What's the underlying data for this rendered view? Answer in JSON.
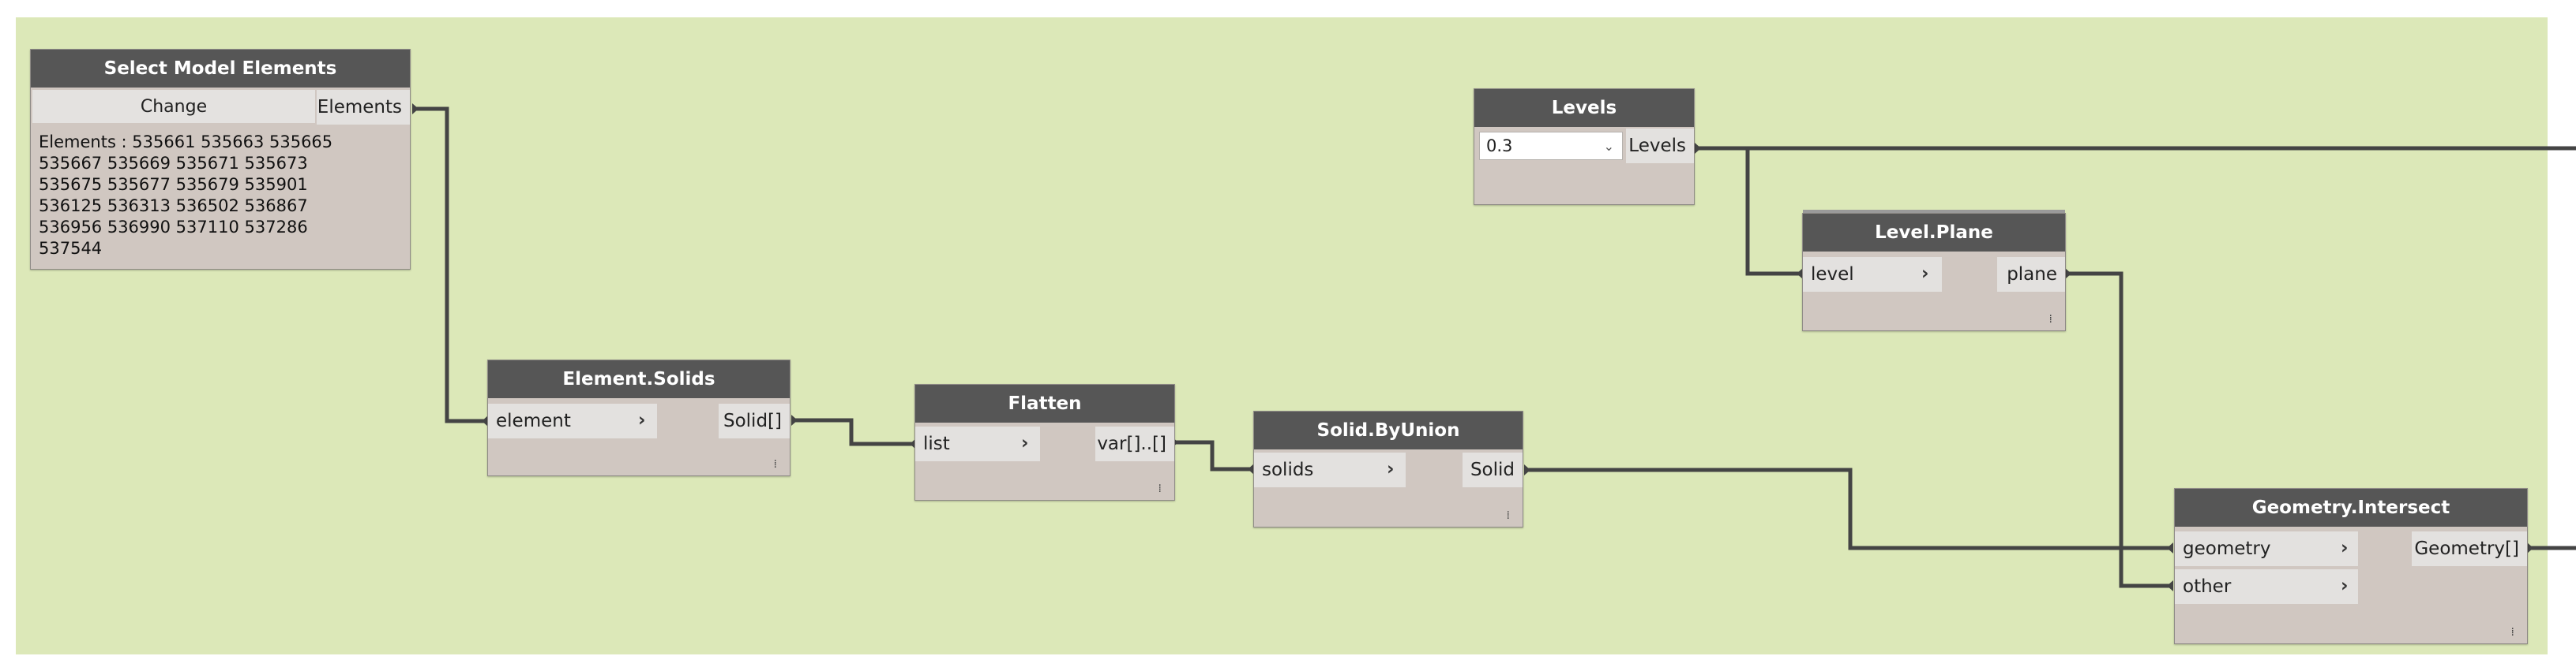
{
  "nodes": {
    "select_model_elements": {
      "title": "Select Model Elements",
      "button_label": "Change",
      "output": "Elements",
      "elements_text": "Elements : 535661 535663 535665\n535667 535669 535671 535673\n535675 535677 535679 535901\n536125 536313 536502 536867\n536956 536990 537110 537286\n537544"
    },
    "levels": {
      "title": "Levels",
      "selected_value": "0.3",
      "output": "Levels"
    },
    "level_plane": {
      "title": "Level.Plane",
      "input": "level",
      "output": "plane"
    },
    "element_solids": {
      "title": "Element.Solids",
      "input": "element",
      "output": "Solid[]"
    },
    "flatten": {
      "title": "Flatten",
      "input": "list",
      "output": "var[]..[]"
    },
    "solid_byunion": {
      "title": "Solid.ByUnion",
      "input": "solids",
      "output": "Solid"
    },
    "geometry_intersect": {
      "title": "Geometry.Intersect",
      "input1": "geometry",
      "input2": "other",
      "output": "Geometry[]"
    }
  },
  "icons": {
    "port_chevron": "chevron-right-icon",
    "dropdown": "chevron-down-icon",
    "lacing": "lacing-icon"
  },
  "colors": {
    "canvas": "#dce8b8",
    "node_header": "#565656",
    "node_body": "#d0c7c1",
    "wire": "#444444"
  }
}
